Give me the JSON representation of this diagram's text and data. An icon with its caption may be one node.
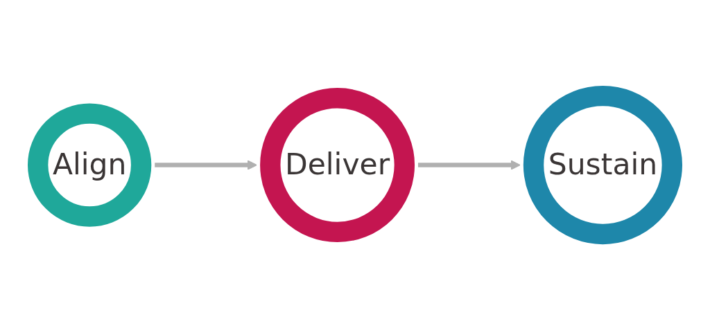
{
  "diagram": {
    "nodes": [
      {
        "text": [
          "Align"
        ]
      },
      {
        "text": [
          "Deliver"
        ]
      },
      {
        "text": [
          "Sustain"
        ]
      }
    ],
    "edges": [
      {
        "from": 0,
        "to": 1,
        "arrow": "to"
      },
      {
        "from": 1,
        "to": 2,
        "arrow": "to"
      }
    ]
  }
}
